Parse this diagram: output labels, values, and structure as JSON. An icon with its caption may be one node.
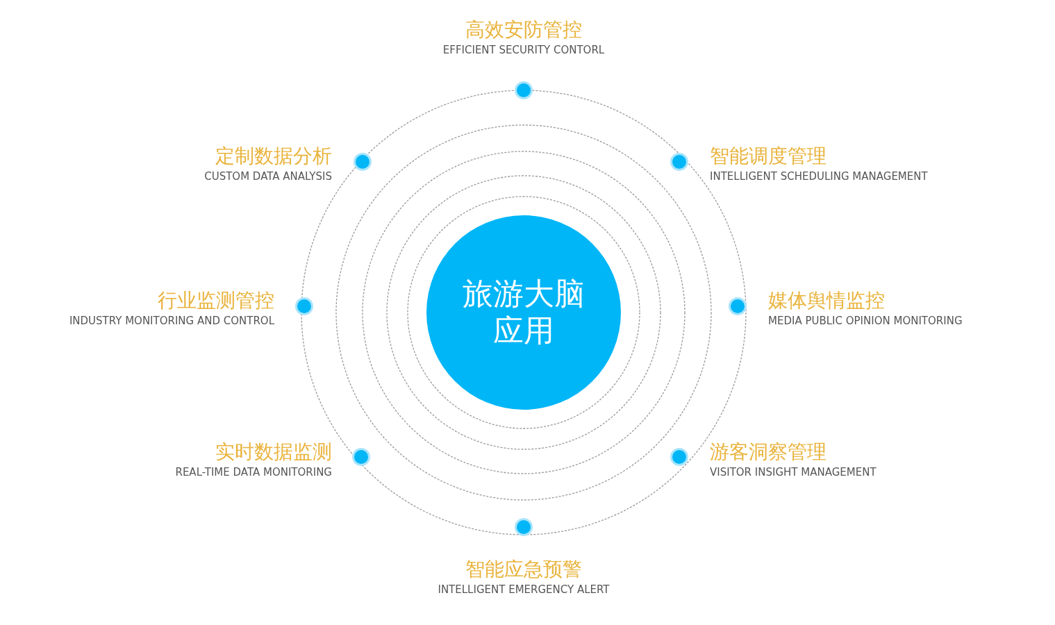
{
  "diagram": {
    "nodes": [
      {
        "text": [
          "旅游大脑应用"
        ]
      },
      {
        "text": [],
        "shape": "circle",
        "beside": [
          "高效安防管控",
          "EFFICIENT SECURITY CONTORL"
        ]
      },
      {
        "text": [],
        "shape": "circle",
        "beside": [
          "定制数据分析",
          "CUSTOM DATA ANALYSIS"
        ]
      },
      {
        "text": [],
        "shape": "circle",
        "beside": [
          "智能调度管理",
          "INTELLIGENT SCHEDULING MANAGEMENT"
        ]
      },
      {
        "text": [],
        "shape": "circle",
        "beside": [
          "行业监测管控",
          "INDUSTRY MONITORING AND CONTROL"
        ]
      },
      {
        "text": [],
        "shape": "circle",
        "beside": [
          "媒体舆情监控",
          "MEDIA PUBLIC OPINION MONITORING"
        ]
      },
      {
        "text": [],
        "shape": "circle",
        "beside": [
          "实时数据监测",
          "REAL-TIME DATA MONITORING"
        ]
      },
      {
        "text": [],
        "shape": "circle",
        "beside": [
          "游客洞察管理",
          "VISITOR INSIGHT MANAGEMENT"
        ]
      },
      {
        "text": [],
        "shape": "circle",
        "beside": [
          "智能应急预警",
          "INTELLIGENT EMERGENCY ALERT"
        ]
      }
    ]
  }
}
